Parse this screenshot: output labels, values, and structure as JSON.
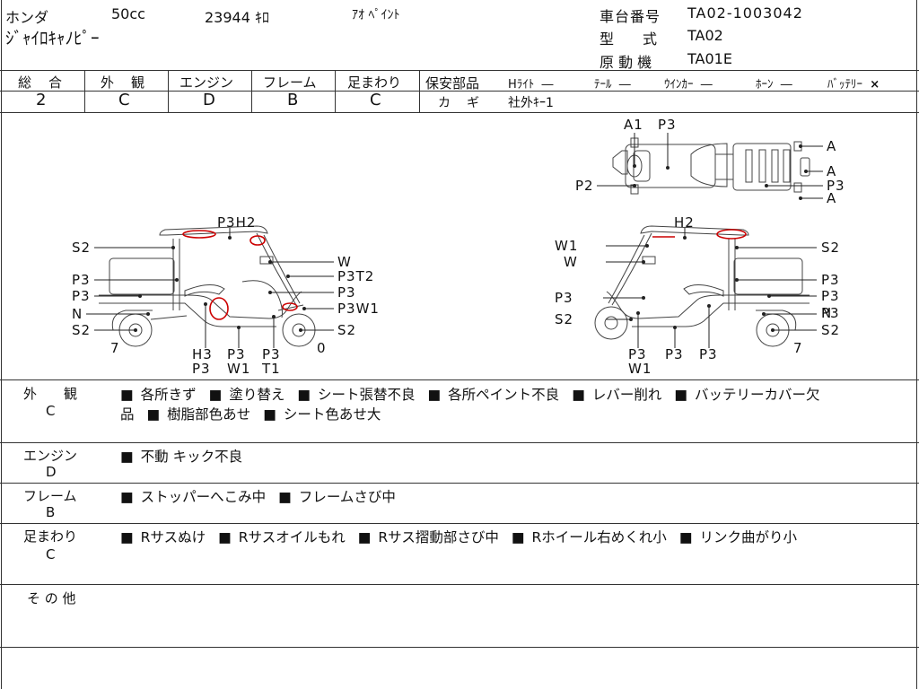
{
  "header": {
    "maker": "ホンダ",
    "displacement": "50cc",
    "mileage": "23944 ｷﾛ",
    "color": "ｱｵ ﾍﾟｲﾝﾄ",
    "model_name": "ｼﾞｬｲﾛｷｬﾉﾋﾟｰ",
    "frame_no_label": "車台番号",
    "frame_no": "TA02-1003042",
    "type_label": "型　　式",
    "type_value": "TA02",
    "engine_label": "原 動 機",
    "engine_value": "TA01E"
  },
  "grades": {
    "overall_label": "総　合",
    "overall": "2",
    "exterior_label": "外　観",
    "exterior": "C",
    "engine_label": "エンジン",
    "engine": "D",
    "frame_label": "フレーム",
    "frame": "B",
    "suspension_label": "足まわり",
    "suspension": "C"
  },
  "safety": {
    "label": "保安部品",
    "items": [
      {
        "name": "Hﾗｲﾄ",
        "value": "―"
      },
      {
        "name": "ﾃｰﾙ",
        "value": "―"
      },
      {
        "name": "ｳｲﾝｶｰ",
        "value": "―"
      },
      {
        "name": "ﾎｰﾝ",
        "value": "―"
      },
      {
        "name": "ﾊﾞｯﾃﾘｰ",
        "value": "×"
      }
    ],
    "key_label": "カ　ギ",
    "key_value": "社外ｷｰ1"
  },
  "diagram": {
    "top_labels": [
      "A1",
      "P3",
      "P2",
      "A",
      "A",
      "P3",
      "A"
    ],
    "left_labels": [
      "P3H2",
      "S2",
      "W",
      "P3T2",
      "P3",
      "P3",
      "P3",
      "P3W1",
      "N",
      "S2",
      "S2",
      "7",
      "0",
      "H3",
      "P3",
      "P3",
      "P3",
      "W1",
      "T1"
    ],
    "right_labels": [
      "H2",
      "W1",
      "S2",
      "W",
      "P3",
      "P3",
      "P3",
      "P3",
      "S2",
      "N",
      "S2",
      "7",
      "P3",
      "W1",
      "P3",
      "P3"
    ]
  },
  "defects": {
    "exterior": {
      "label": "外　　観",
      "grade": "C",
      "line1": [
        "各所きず",
        "塗り替え",
        "シート張替不良",
        "各所ペイント不良",
        "レバー削れ",
        "バッテリーカバー欠"
      ],
      "line1_tail": "品",
      "line2": [
        "樹脂部色あせ",
        "シート色あせ大"
      ]
    },
    "engine": {
      "label": "エンジン",
      "grade": "D",
      "items": [
        "不動 キック不良"
      ]
    },
    "frame": {
      "label": "フレーム",
      "grade": "B",
      "items": [
        "ストッパーへこみ中",
        "フレームさび中"
      ]
    },
    "suspension": {
      "label": "足まわり",
      "grade": "C",
      "items": [
        "Rサスぬけ",
        "Rサスオイルもれ",
        "Rサス摺動部さび中",
        "Rホイール右めくれ小",
        "リンク曲がり小"
      ]
    },
    "other": {
      "label": "そ の 他"
    }
  }
}
